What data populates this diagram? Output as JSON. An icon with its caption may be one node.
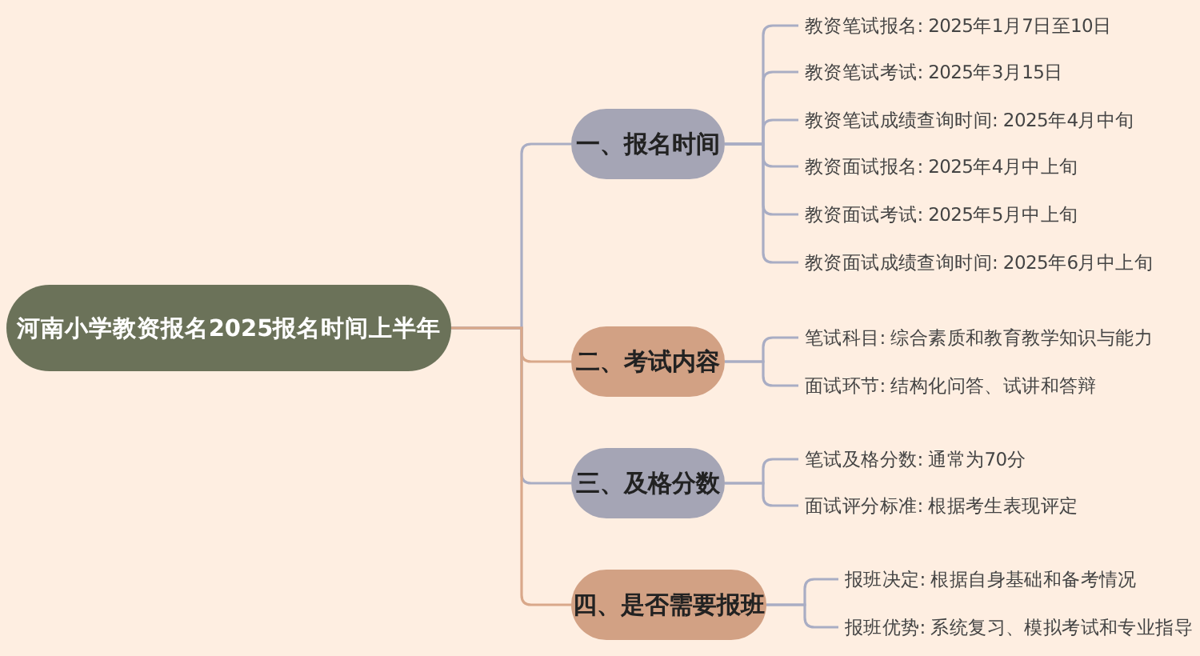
{
  "diagram": {
    "nodes": [
      {
        "text": [
          "河南小学教资报名2025报名时间上半年"
        ]
      },
      {
        "text": [
          "一、报名时间"
        ]
      },
      {
        "text": [
          "教资笔试报名: 2025年1月7日至10日"
        ]
      },
      {
        "text": [
          "教资笔试考试: 2025年3月15日"
        ]
      },
      {
        "text": [
          "教资笔试成绩查询时间: 2025年4月中旬"
        ]
      },
      {
        "text": [
          "教资面试报名: 2025年4月中上旬"
        ]
      },
      {
        "text": [
          "教资面试考试: 2025年5月中上旬"
        ]
      },
      {
        "text": [
          "教资面试成绩查询时间: 2025年6月中上旬"
        ]
      },
      {
        "text": [
          "二、考试内容"
        ]
      },
      {
        "text": [
          "笔试科目: 综合素质和教育教学知识与能力"
        ]
      },
      {
        "text": [
          "面试环节: 结构化问答、试讲和答辩"
        ]
      },
      {
        "text": [
          "三、及格分数"
        ]
      },
      {
        "text": [
          "笔试及格分数: 通常为70分"
        ]
      },
      {
        "text": [
          "面试评分标准: 根据考生表现评定"
        ]
      },
      {
        "text": [
          "四、是否需要报班"
        ]
      },
      {
        "text": [
          "报班决定: 根据自身基础和备考情况"
        ]
      },
      {
        "text": [
          "报班优势: 系统复习、模拟考试和专业指导"
        ]
      }
    ],
    "edges": [
      {
        "from": 0,
        "to": 1,
        "arrow": "none"
      },
      {
        "from": 0,
        "to": 8,
        "arrow": "none",
        "color": "#d9a88a"
      },
      {
        "from": 0,
        "to": 11,
        "arrow": "none"
      },
      {
        "from": 0,
        "to": 14,
        "arrow": "none",
        "color": "#d9a88a"
      },
      {
        "from": 1,
        "to": 2,
        "arrow": "none"
      },
      {
        "from": 1,
        "to": 3,
        "arrow": "none"
      },
      {
        "from": 1,
        "to": 4,
        "arrow": "none"
      },
      {
        "from": 1,
        "to": 5,
        "arrow": "none"
      },
      {
        "from": 1,
        "to": 6,
        "arrow": "none"
      },
      {
        "from": 1,
        "to": 7,
        "arrow": "none"
      },
      {
        "from": 8,
        "to": 9,
        "arrow": "none"
      },
      {
        "from": 8,
        "to": 10,
        "arrow": "none"
      },
      {
        "from": 11,
        "to": 12,
        "arrow": "none"
      },
      {
        "from": 11,
        "to": 13,
        "arrow": "none"
      },
      {
        "from": 14,
        "to": 15,
        "arrow": "none"
      },
      {
        "from": 14,
        "to": 16,
        "arrow": "none"
      }
    ]
  }
}
